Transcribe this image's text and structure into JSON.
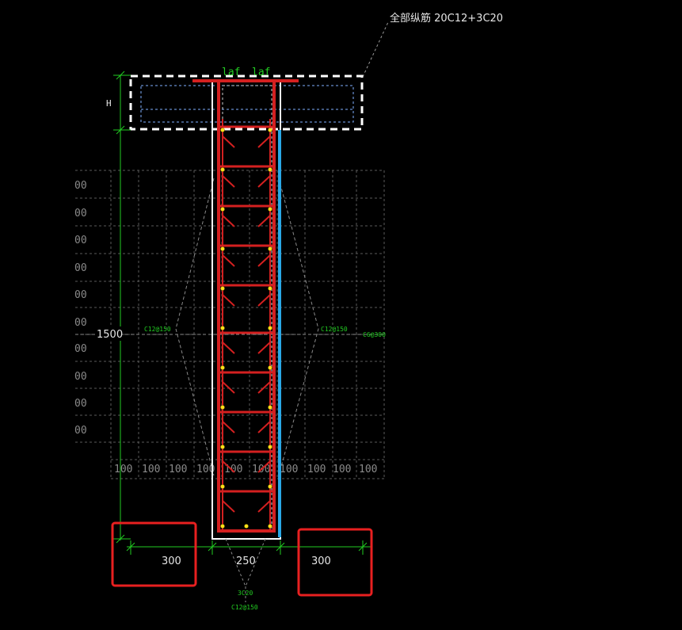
{
  "title": "全部纵筋  20C12+3C20",
  "labels": {
    "height": "H",
    "length": "1500",
    "laf_left": "laf",
    "laf_right": "laf",
    "dim_left": "300",
    "dim_center": "250",
    "dim_right": "300",
    "stirrup_left": "C12@150",
    "stirrup_right": "C12@150",
    "tie_right": "C6@300",
    "bottom_bar": "3C20",
    "bottom_stirrup": "C12@150"
  },
  "grid": {
    "row_label": "00",
    "col_label": "100"
  },
  "colors": {
    "background": "#000000",
    "rebar": "#d42020",
    "rebar_highlight": "#2aa8e6",
    "outline": "#ffffff",
    "dimension": "#22cc22",
    "grid": "#5a5a5a",
    "annotation_box": "#e82020",
    "dot": "#ffe21a"
  }
}
